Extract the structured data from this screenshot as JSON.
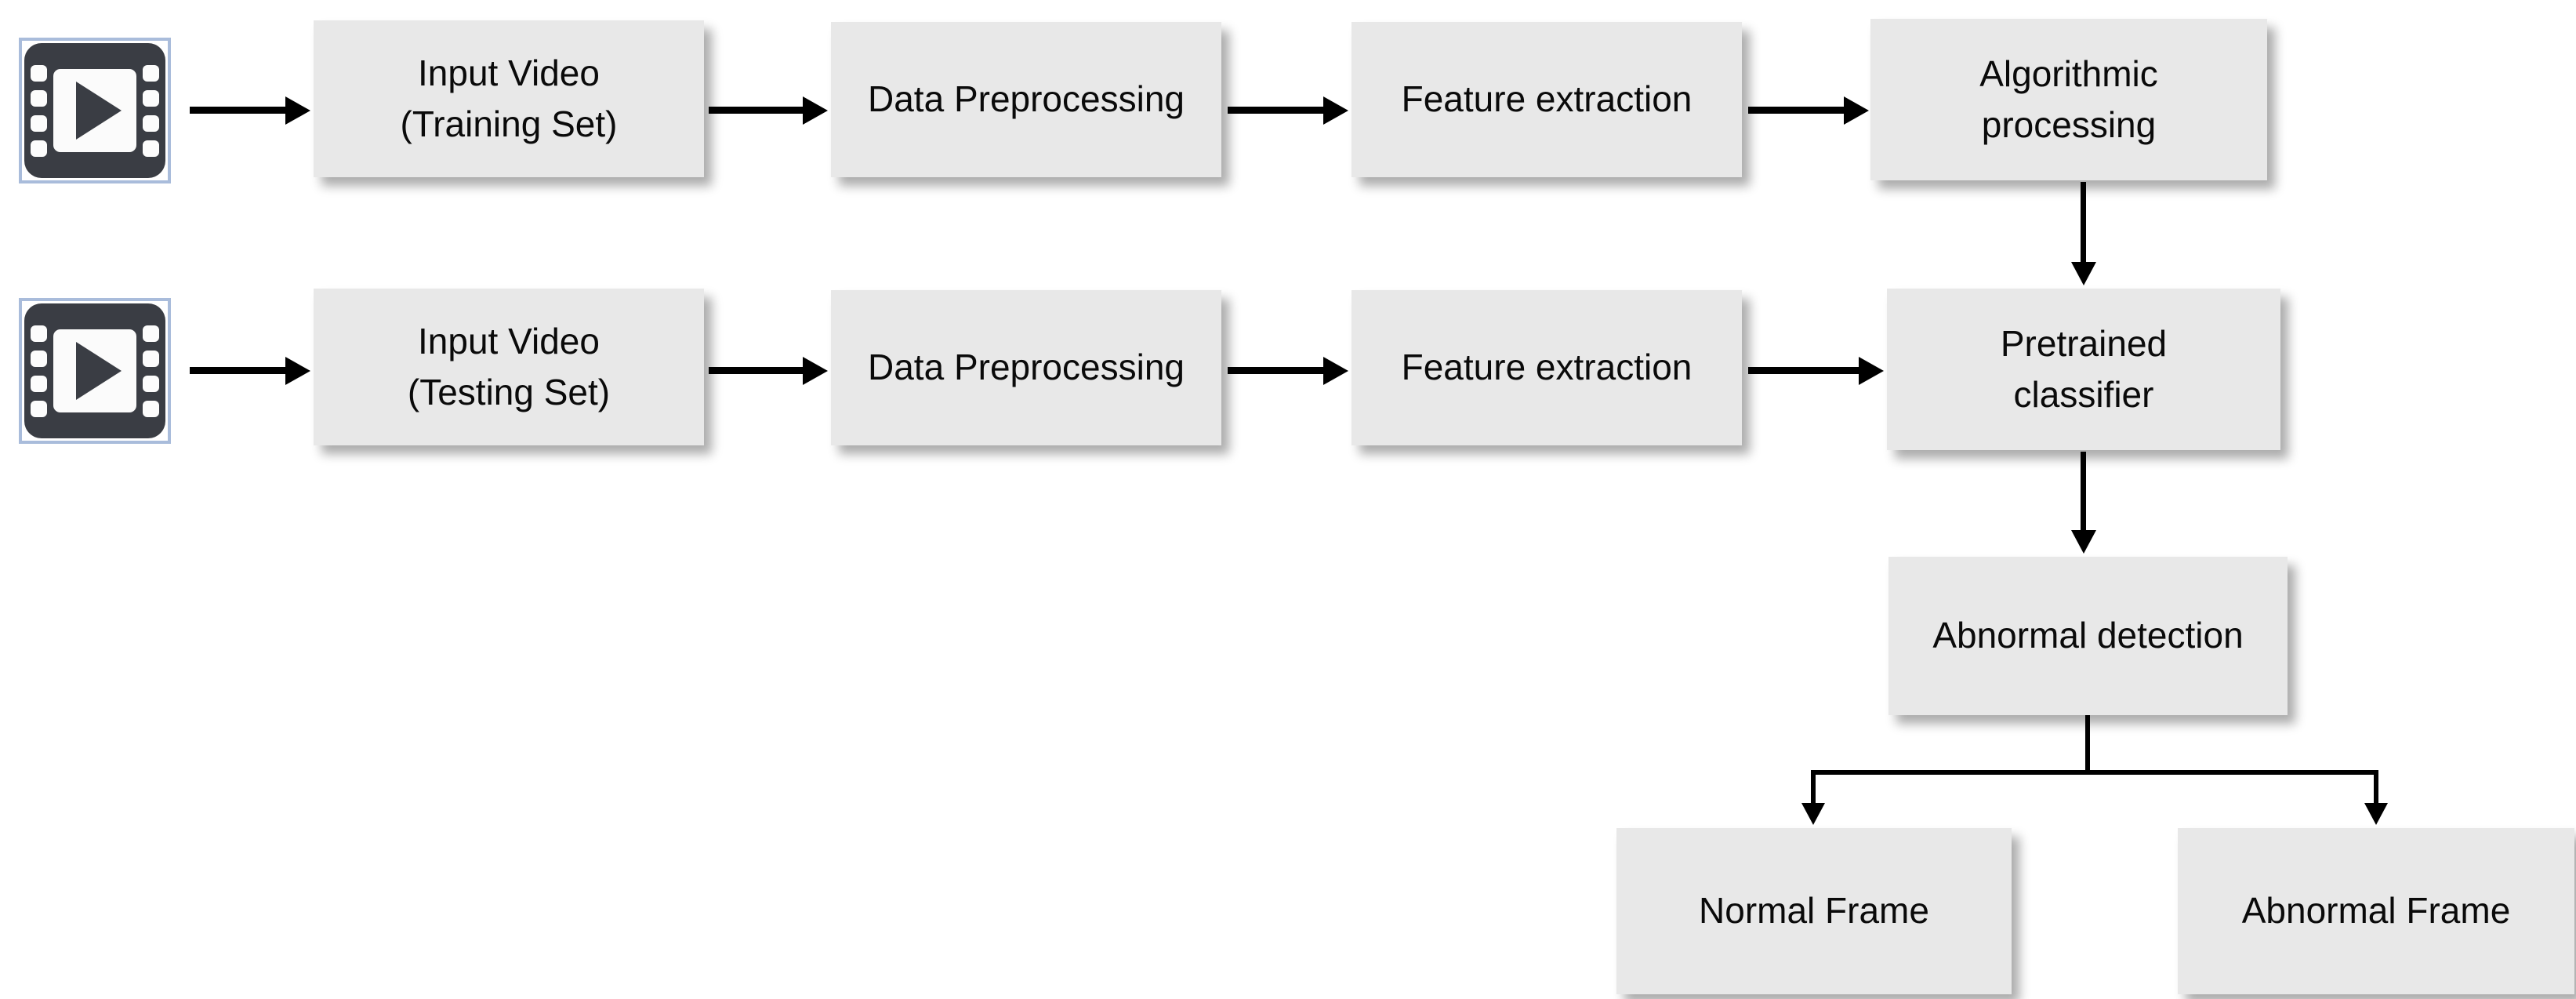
{
  "diagram": {
    "type": "flowchart",
    "colors": {
      "background": "#ffffff",
      "box_fill": "#e8e8e8",
      "box_text": "#0a0a0a",
      "arrow": "#000000",
      "icon_body": "#3a3d44",
      "icon_screen": "#fbfbfb",
      "icon_frame": "#a9bcdb"
    },
    "icons": {
      "training_video": "video-film-strip-play-icon",
      "testing_video": "video-film-strip-play-icon"
    },
    "nodes": {
      "input_video_training": {
        "label": "Input Video\n(Training Set)"
      },
      "data_preprocessing_1": {
        "label": "Data Preprocessing"
      },
      "feature_extraction_1": {
        "label": "Feature extraction"
      },
      "algorithmic_processing": {
        "label": "Algorithmic\nprocessing"
      },
      "input_video_testing": {
        "label": "Input Video\n(Testing Set)"
      },
      "data_preprocessing_2": {
        "label": "Data Preprocessing"
      },
      "feature_extraction_2": {
        "label": "Feature extraction"
      },
      "pretrained_classifier": {
        "label": "Pretrained\nclassifier"
      },
      "abnormal_detection": {
        "label": "Abnormal detection"
      },
      "normal_frame": {
        "label": "Normal Frame"
      },
      "abnormal_frame": {
        "label": "Abnormal Frame"
      }
    },
    "edges": [
      {
        "from": "training-video-icon",
        "to": "input_video_training"
      },
      {
        "from": "input_video_training",
        "to": "data_preprocessing_1"
      },
      {
        "from": "data_preprocessing_1",
        "to": "feature_extraction_1"
      },
      {
        "from": "feature_extraction_1",
        "to": "algorithmic_processing"
      },
      {
        "from": "algorithmic_processing",
        "to": "pretrained_classifier"
      },
      {
        "from": "testing-video-icon",
        "to": "input_video_testing"
      },
      {
        "from": "input_video_testing",
        "to": "data_preprocessing_2"
      },
      {
        "from": "data_preprocessing_2",
        "to": "feature_extraction_2"
      },
      {
        "from": "feature_extraction_2",
        "to": "pretrained_classifier"
      },
      {
        "from": "pretrained_classifier",
        "to": "abnormal_detection"
      },
      {
        "from": "abnormal_detection",
        "to": "normal_frame"
      },
      {
        "from": "abnormal_detection",
        "to": "abnormal_frame"
      }
    ]
  }
}
